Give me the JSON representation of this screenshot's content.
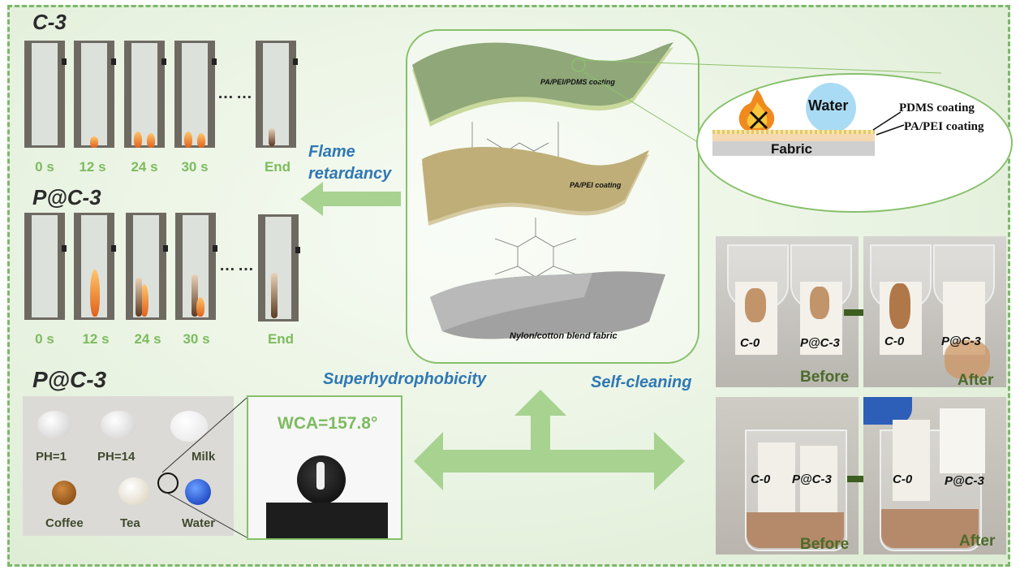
{
  "c3": {
    "title": "C-3",
    "times": [
      "0 s",
      "12 s",
      "24 s",
      "30 s",
      "End"
    ],
    "ellipsis": "……"
  },
  "pc3_top": {
    "title": "P@C-3",
    "times": [
      "0 s",
      "12 s",
      "24 s",
      "30 s",
      "End"
    ],
    "ellipsis": "……"
  },
  "flame_label": {
    "line1": "Flame",
    "line2": "retardancy"
  },
  "layers": {
    "top": "PA/PEI/PDMS coating",
    "middle": "PA/PEI coating",
    "bottom": "Nylon/cotton blend fabric"
  },
  "cross_section": {
    "water": "Water",
    "pdms": "PDMS coating",
    "papei": "PA/PEI coating",
    "fabric": "Fabric"
  },
  "self_cleaning_label": "Self-cleaning",
  "superhydrophobicity_label": "Superhydrophobicity",
  "self_cleaning": {
    "c0": "C-0",
    "pc3": "P@C-3",
    "before": "Before",
    "after": "After"
  },
  "pc3_bottom": {
    "title": "P@C-3",
    "drops": [
      "PH=1",
      "PH=14",
      "Milk",
      "Coffee",
      "Tea",
      "Water"
    ]
  },
  "wca": "WCA=157.8°"
}
